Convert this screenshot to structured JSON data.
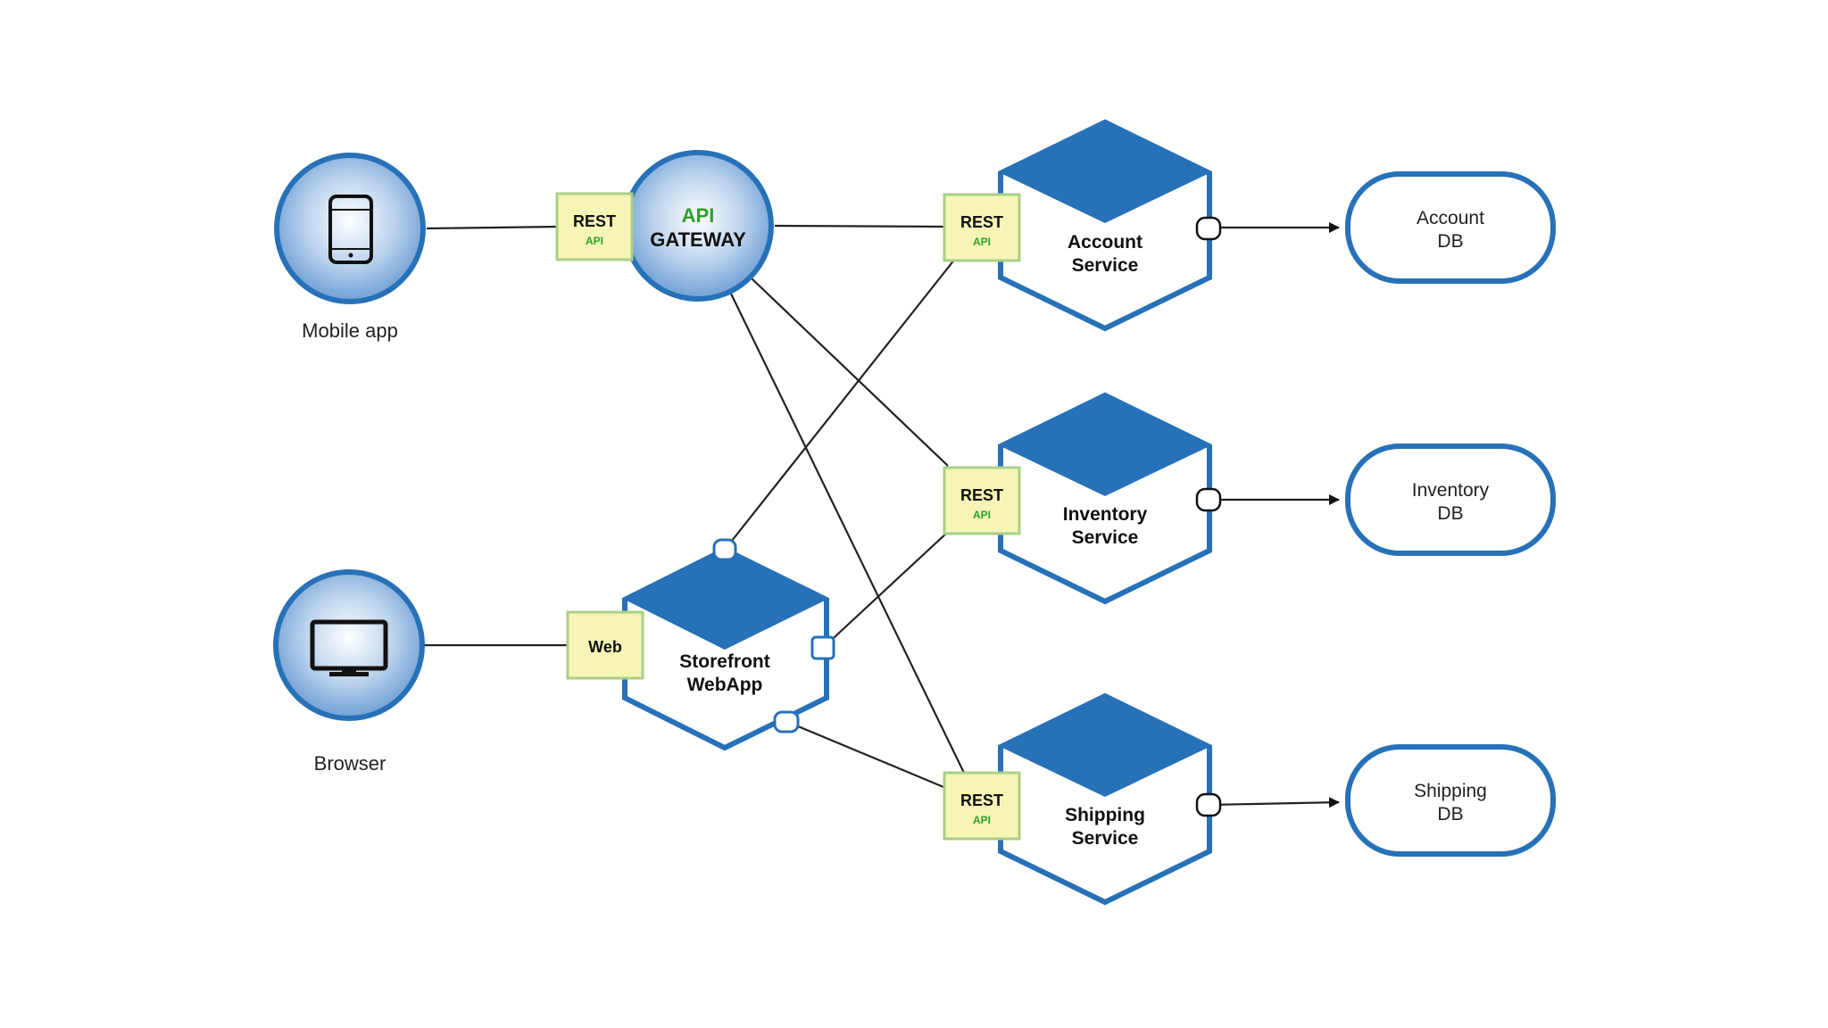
{
  "clients": {
    "mobile": {
      "label": "Mobile app",
      "icon": "smartphone-icon"
    },
    "browser": {
      "label": "Browser",
      "icon": "monitor-icon"
    }
  },
  "gateway": {
    "line1": "API",
    "line2": "GATEWAY"
  },
  "badges": {
    "rest": "REST",
    "api": "API",
    "web": "Web"
  },
  "webapp": {
    "line1": "Storefront",
    "line2": "WebApp"
  },
  "services": [
    {
      "line1": "Account",
      "line2": "Service"
    },
    {
      "line1": "Inventory",
      "line2": "Service"
    },
    {
      "line1": "Shipping",
      "line2": "Service"
    }
  ],
  "databases": [
    {
      "line1": "Account",
      "line2": "DB"
    },
    {
      "line1": "Inventory",
      "line2": "DB"
    },
    {
      "line1": "Shipping",
      "line2": "DB"
    }
  ],
  "colors": {
    "blue": "#2771b8",
    "badge_fill": "#f6f5b6",
    "badge_stroke": "#a9cf86",
    "api_green": "#2da02d"
  }
}
